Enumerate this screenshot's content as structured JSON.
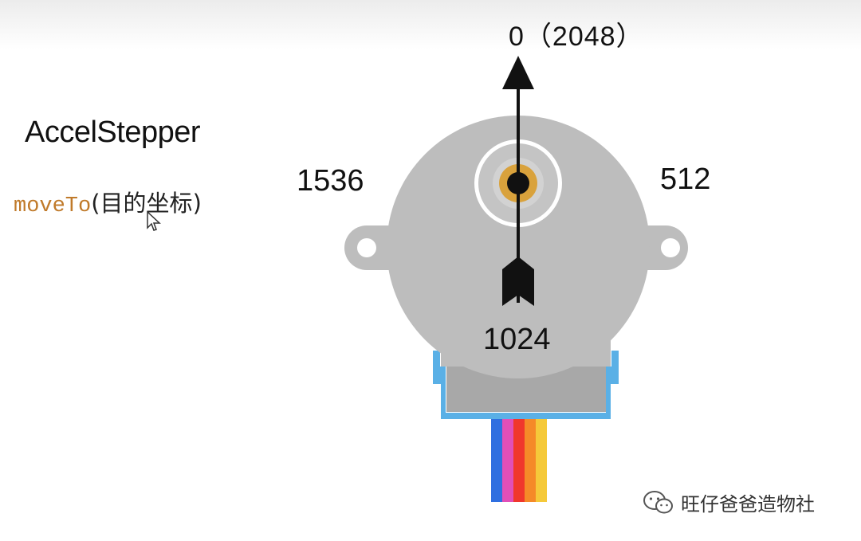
{
  "title": "AccelStepper",
  "code": {
    "function": "moveTo",
    "open_paren": "(",
    "argument": "目的坐标",
    "close_paren": ")"
  },
  "positions": {
    "top": "0（2048）",
    "right": "512",
    "bottom": "1024",
    "left": "1536"
  },
  "watermark": {
    "text": "旺仔爸爸造物社",
    "icon": "wechat-icon"
  },
  "colors": {
    "motor_body": "#bdbdbd",
    "motor_base": "#5ab0e6",
    "code_function": "#c07a2a",
    "pointer": "#111111",
    "shaft_gold": "#d9a23c"
  },
  "wire_colors": [
    "#2f6fe0",
    "#e14fb8",
    "#f0372c",
    "#f58a28",
    "#f5c93a"
  ]
}
